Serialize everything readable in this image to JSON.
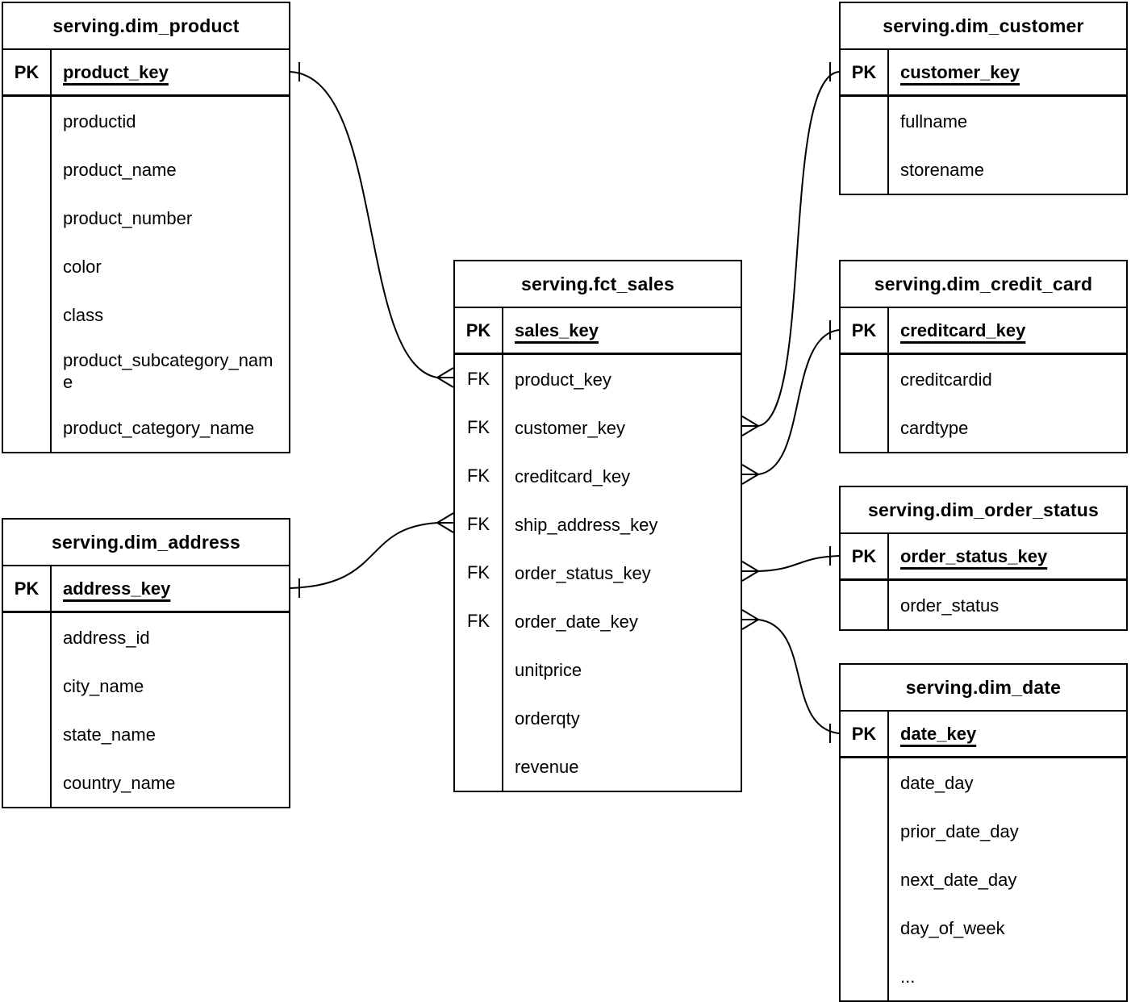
{
  "diagram": {
    "type": "entity-relationship",
    "background_color": "#ffffff",
    "line_color": "#000000",
    "tables": [
      {
        "id": "dim_product",
        "title": "serving.dim_product",
        "pk": {
          "key": "PK",
          "name": "product_key"
        },
        "rows": [
          {
            "key": "",
            "name": "productid"
          },
          {
            "key": "",
            "name": "product_name"
          },
          {
            "key": "",
            "name": "product_number"
          },
          {
            "key": "",
            "name": "color"
          },
          {
            "key": "",
            "name": "class"
          },
          {
            "key": "",
            "name": "product_subcategory_name"
          },
          {
            "key": "",
            "name": "product_category_name"
          }
        ]
      },
      {
        "id": "dim_customer",
        "title": "serving.dim_customer",
        "pk": {
          "key": "PK",
          "name": "customer_key"
        },
        "rows": [
          {
            "key": "",
            "name": "fullname"
          },
          {
            "key": "",
            "name": "storename"
          }
        ]
      },
      {
        "id": "fct_sales",
        "title": "serving.fct_sales",
        "pk": {
          "key": "PK",
          "name": "sales_key"
        },
        "rows": [
          {
            "key": "FK",
            "name": "product_key"
          },
          {
            "key": "FK",
            "name": "customer_key"
          },
          {
            "key": "FK",
            "name": "creditcard_key"
          },
          {
            "key": "FK",
            "name": "ship_address_key"
          },
          {
            "key": "FK",
            "name": "order_status_key"
          },
          {
            "key": "FK",
            "name": "order_date_key"
          },
          {
            "key": "",
            "name": "unitprice"
          },
          {
            "key": "",
            "name": "orderqty"
          },
          {
            "key": "",
            "name": "revenue"
          }
        ]
      },
      {
        "id": "dim_credit_card",
        "title": "serving.dim_credit_card",
        "pk": {
          "key": "PK",
          "name": "creditcard_key"
        },
        "rows": [
          {
            "key": "",
            "name": "creditcardid"
          },
          {
            "key": "",
            "name": "cardtype"
          }
        ]
      },
      {
        "id": "dim_order_status",
        "title": "serving.dim_order_status",
        "pk": {
          "key": "PK",
          "name": "order_status_key"
        },
        "rows": [
          {
            "key": "",
            "name": "order_status"
          }
        ]
      },
      {
        "id": "dim_date",
        "title": "serving.dim_date",
        "pk": {
          "key": "PK",
          "name": "date_key"
        },
        "rows": [
          {
            "key": "",
            "name": "date_day"
          },
          {
            "key": "",
            "name": "prior_date_day"
          },
          {
            "key": "",
            "name": "next_date_day"
          },
          {
            "key": "",
            "name": "day_of_week"
          },
          {
            "key": "",
            "name": "..."
          }
        ]
      },
      {
        "id": "dim_address",
        "title": "serving.dim_address",
        "pk": {
          "key": "PK",
          "name": "address_key"
        },
        "rows": [
          {
            "key": "",
            "name": "address_id"
          },
          {
            "key": "",
            "name": "city_name"
          },
          {
            "key": "",
            "name": "state_name"
          },
          {
            "key": "",
            "name": "country_name"
          }
        ]
      }
    ],
    "relationships": [
      {
        "from": "serving.fct_sales.product_key",
        "from_cardinality": "many",
        "to": "serving.dim_product.product_key",
        "to_cardinality": "one"
      },
      {
        "from": "serving.fct_sales.customer_key",
        "from_cardinality": "many",
        "to": "serving.dim_customer.customer_key",
        "to_cardinality": "one"
      },
      {
        "from": "serving.fct_sales.creditcard_key",
        "from_cardinality": "many",
        "to": "serving.dim_credit_card.creditcard_key",
        "to_cardinality": "one"
      },
      {
        "from": "serving.fct_sales.ship_address_key",
        "from_cardinality": "many",
        "to": "serving.dim_address.address_key",
        "to_cardinality": "one"
      },
      {
        "from": "serving.fct_sales.order_status_key",
        "from_cardinality": "many",
        "to": "serving.dim_order_status.order_status_key",
        "to_cardinality": "one"
      },
      {
        "from": "serving.fct_sales.order_date_key",
        "from_cardinality": "many",
        "to": "serving.dim_date.date_key",
        "to_cardinality": "one"
      }
    ]
  }
}
